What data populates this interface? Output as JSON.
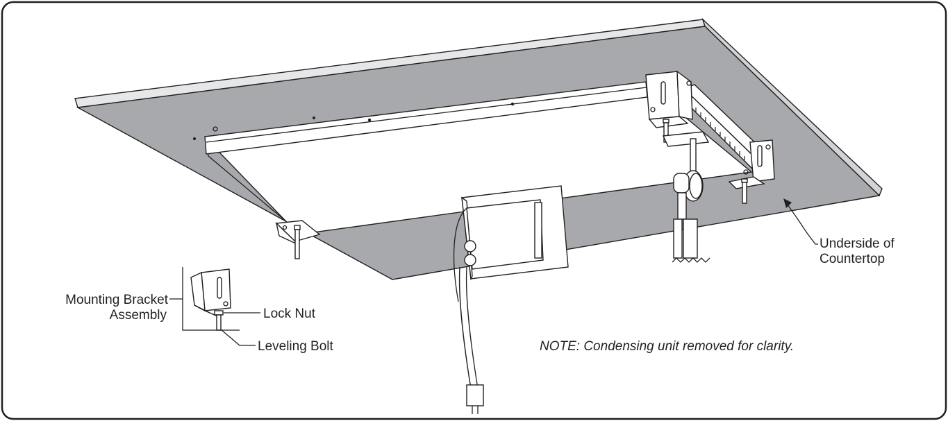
{
  "labels": {
    "underside_line1": "Underside of",
    "underside_line2": "Countertop",
    "mounting_line1": "Mounting Bracket",
    "mounting_line2": "Assembly",
    "lock_nut": "Lock Nut",
    "leveling_bolt": "Leveling Bolt"
  },
  "note": "NOTE: Condensing unit removed for clarity.",
  "colors": {
    "countertop_underside": "#a7a9ac",
    "countertop_edge": "#e6e7e8",
    "line": "#231f20",
    "metal": "#ffffff"
  }
}
